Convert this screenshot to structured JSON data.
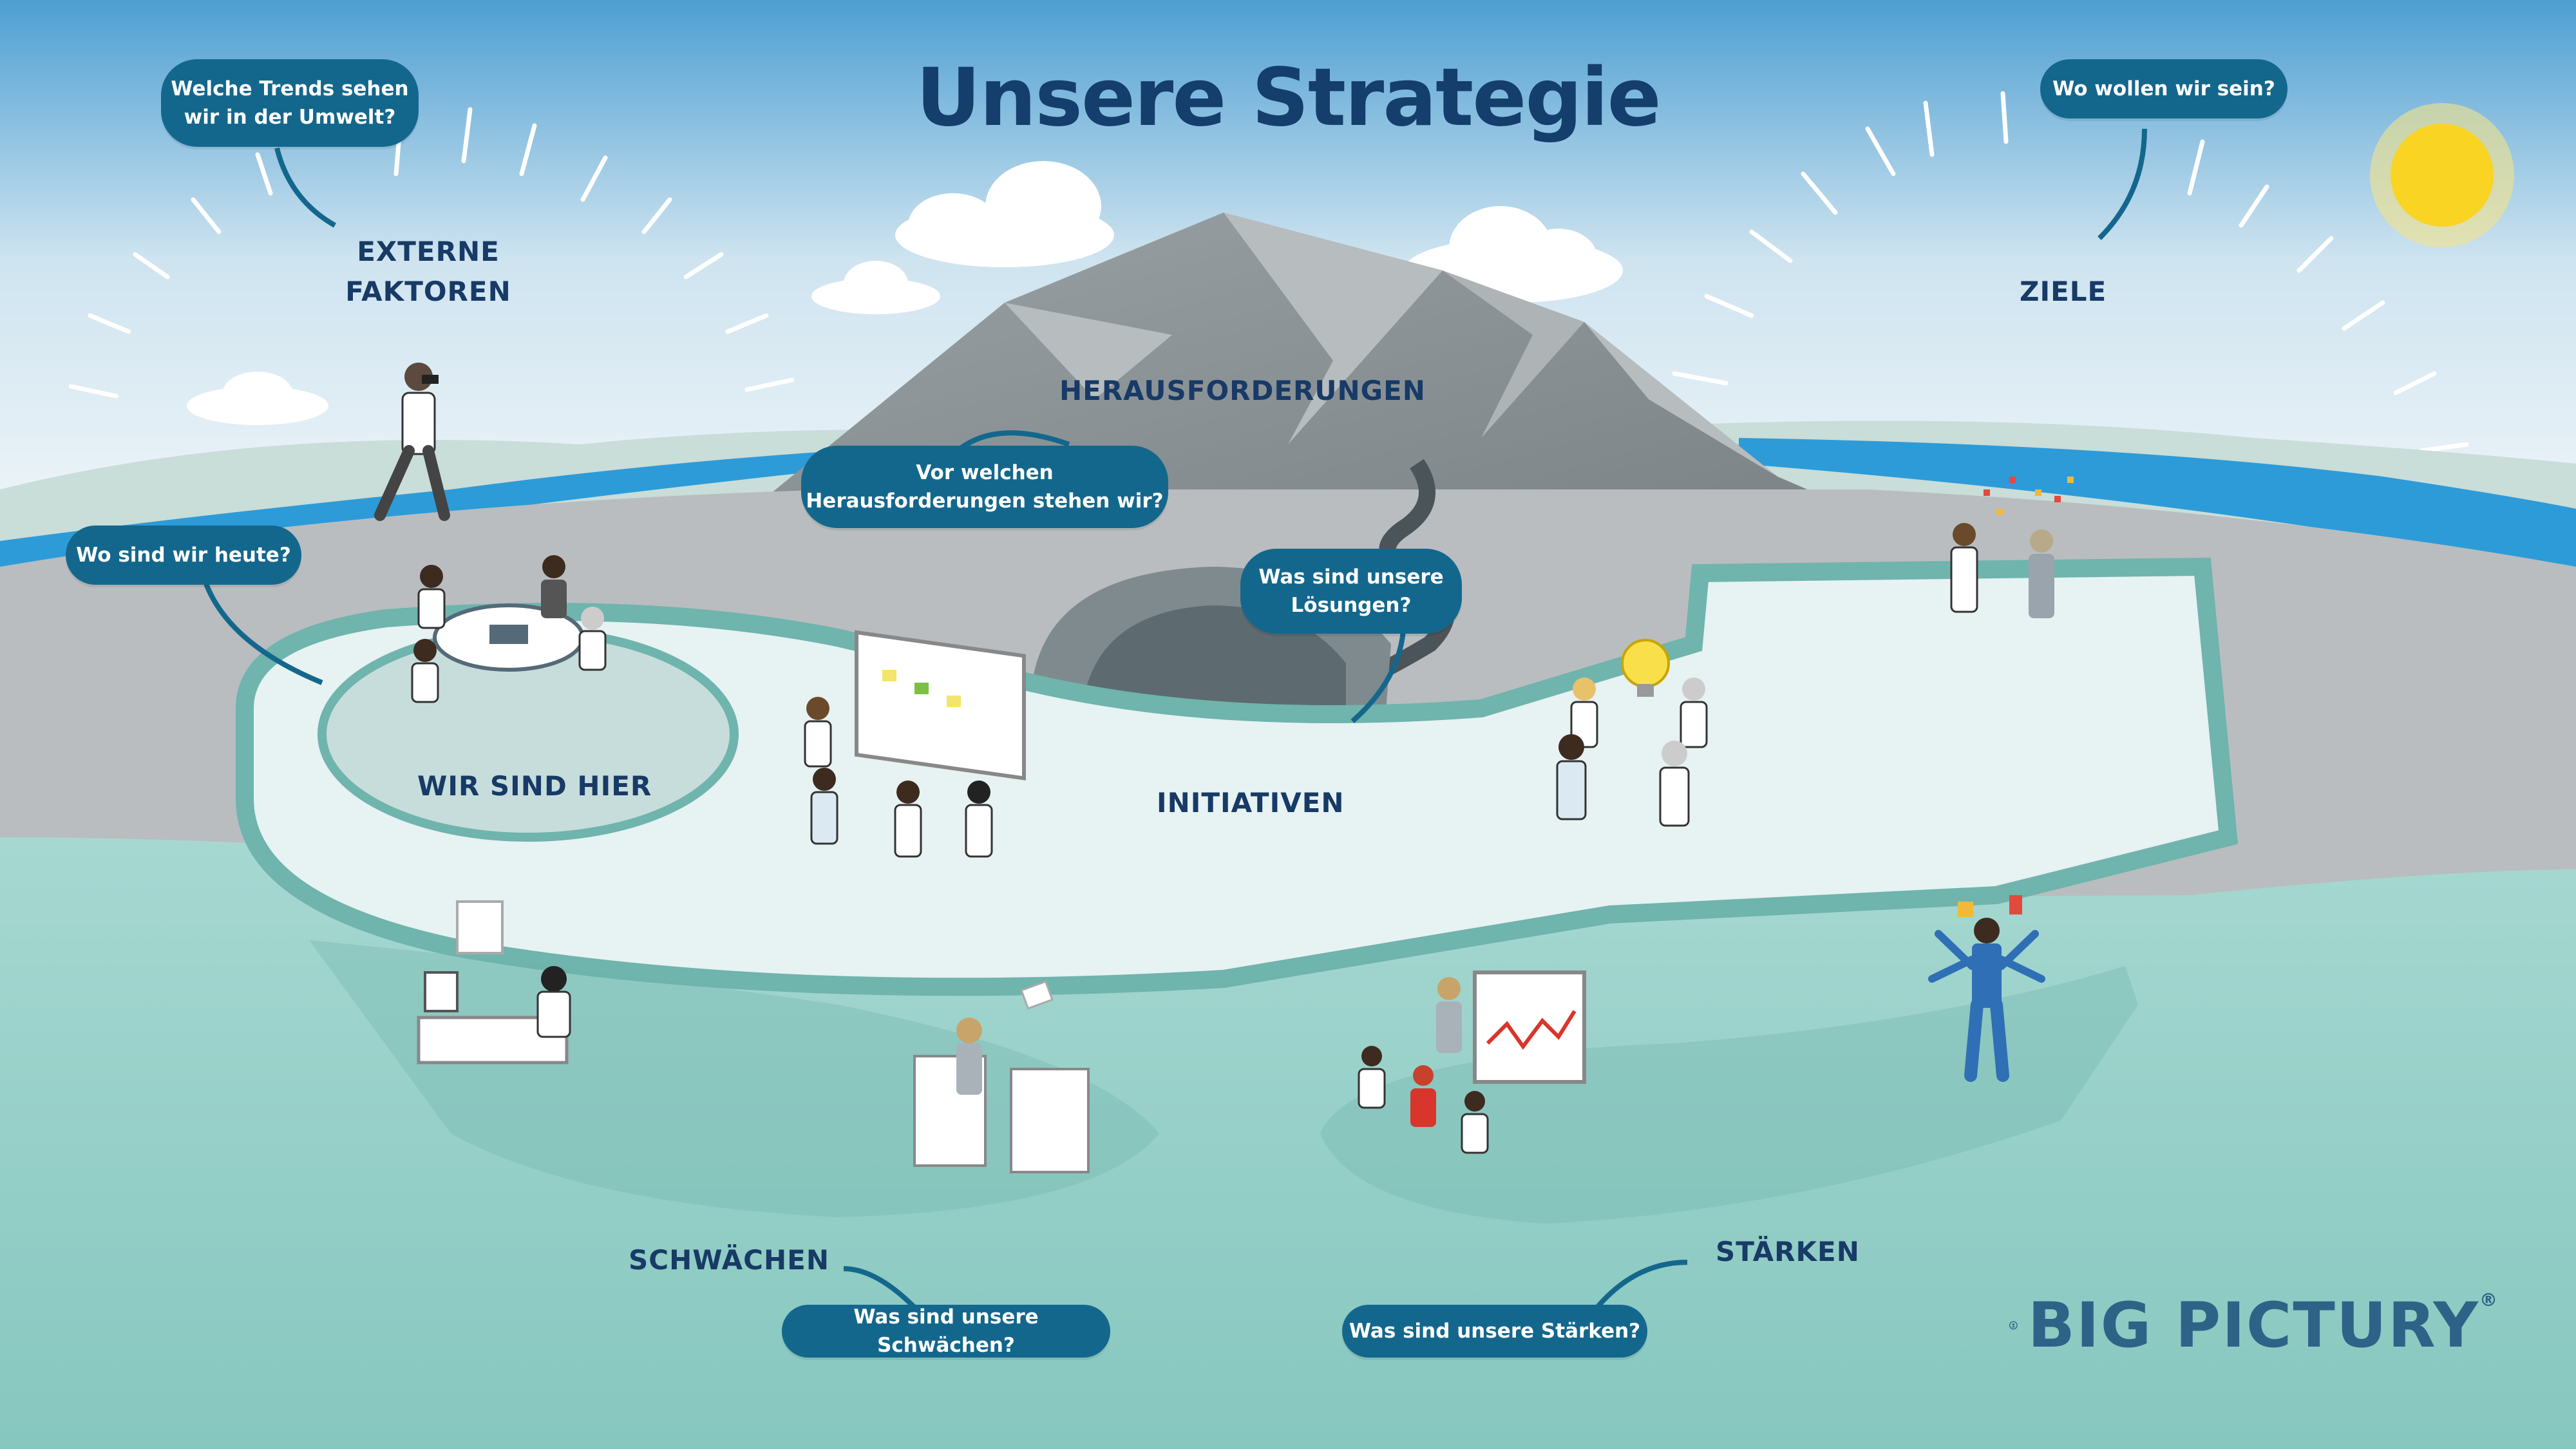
{
  "title": "Unsere Strategie",
  "labels": {
    "externe_faktoren_line1": "EXTERNE",
    "externe_faktoren_line2": "FAKTOREN",
    "herausforderungen": "HERAUSFORDERUNGEN",
    "ziele": "ZIELE",
    "wir_sind_hier": "WIR SIND HIER",
    "initiativen": "INITIATIVEN",
    "schwaechen": "SCHWÄCHEN",
    "staerken": "STÄRKEN"
  },
  "bubbles": {
    "trends_line1": "Welche Trends sehen",
    "trends_line2": "wir in der Umwelt?",
    "ziele": "Wo wollen wir sein?",
    "heute": "Wo sind wir heute?",
    "herausforderungen_line1": "Vor welchen",
    "herausforderungen_line2": "Herausforderungen stehen wir?",
    "loesungen_line1": "Was sind unsere",
    "loesungen_line2": "Lösungen?",
    "schwaechen": "Was sind unsere Schwächen?",
    "staerken": "Was sind unsere Stärken?"
  },
  "logo": {
    "text": "BIG PICTURY",
    "registered": "®"
  },
  "colors": {
    "title": "#143e6b",
    "label": "#173a66",
    "bubble": "#14678c",
    "sky_top": "#5aa6d6",
    "teal_ground": "#8ecbc4",
    "path_light": "#e6f1f1",
    "river": "#2d9bd8",
    "sun": "#f9d423"
  },
  "icons": [
    "sun-icon",
    "binoculars-person-icon",
    "meeting-table-icon",
    "whiteboard-team-icon",
    "lightbulb-icon",
    "celebration-icon",
    "sleeping-desk-icon",
    "paper-stack-icon",
    "presentation-chart-icon",
    "multitasking-person-icon",
    "big-picture-logo-icon"
  ]
}
